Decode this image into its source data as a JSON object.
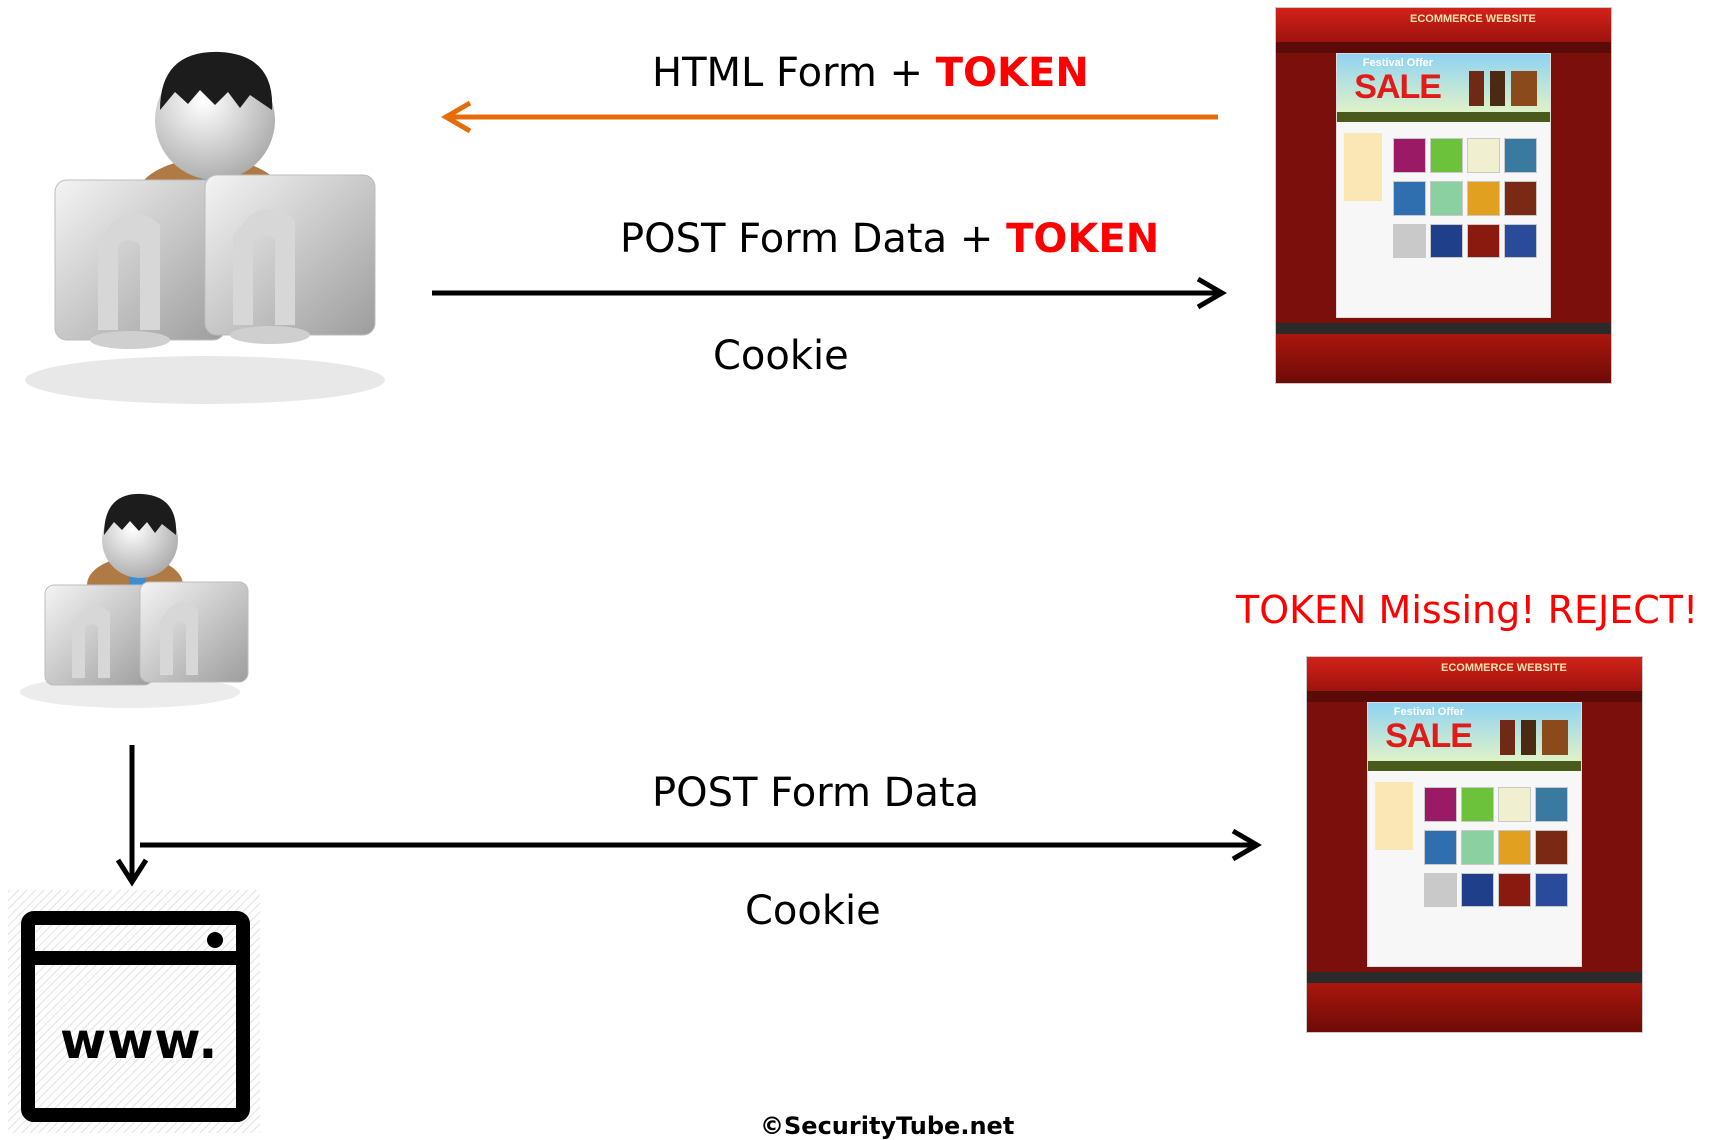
{
  "top_flow": {
    "response_label": {
      "text": "HTML Form + ",
      "token": "TOKEN"
    },
    "request_label": {
      "text": "POST Form Data + ",
      "token": "TOKEN"
    },
    "cookie_label": "Cookie",
    "arrow_color_response": "#e46c0a"
  },
  "bottom_flow": {
    "status_label": "TOKEN Missing! REJECT!",
    "status_color": "#ff0000",
    "request_label": "POST Form Data",
    "cookie_label": "Cookie",
    "browser_icon_text": "www."
  },
  "website_mock": {
    "brand": "ECOMMERCE WEBSITE",
    "offer": "Festival Offer",
    "sale": "SALE"
  },
  "footer": "©SecurityTube.net",
  "colors": {
    "token": "#ff0000",
    "arrow": "#000000"
  }
}
